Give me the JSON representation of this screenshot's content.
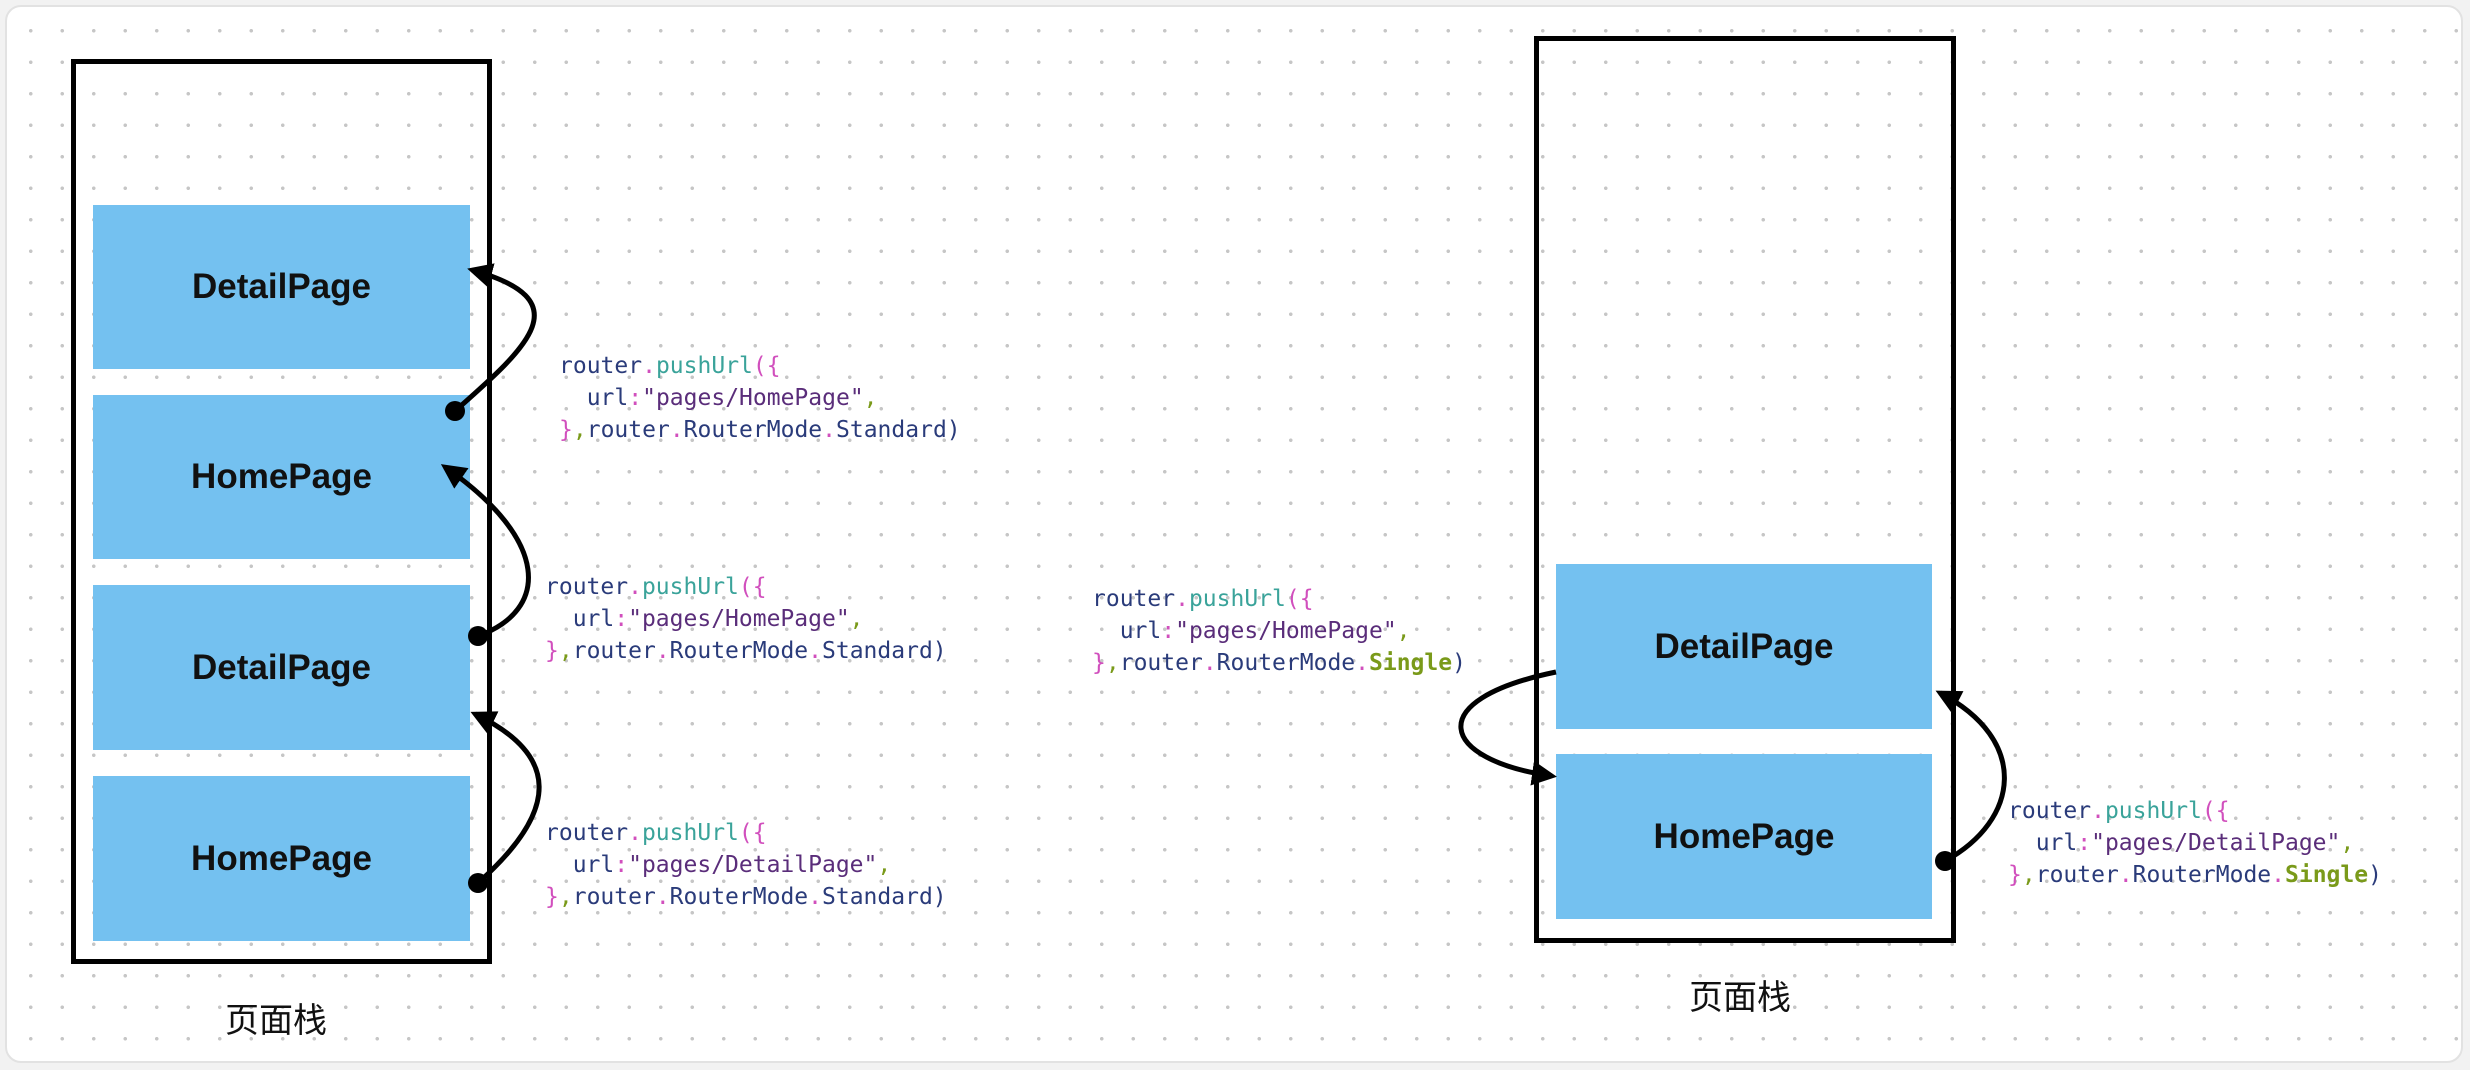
{
  "left_stack": {
    "pages": [
      "DetailPage",
      "HomePage",
      "DetailPage",
      "HomePage"
    ],
    "label": "页面栈"
  },
  "right_stack": {
    "pages": [
      "DetailPage",
      "HomePage"
    ],
    "label": "页面栈"
  },
  "code": {
    "c1": {
      "obj": "router",
      "dot": ".",
      "fn": "pushUrl",
      "open": "({",
      "key": "url",
      "colon": ":",
      "url": "\"pages/HomePage\"",
      "comma": ",",
      "close": "}",
      "sep": ",",
      "obj2": "router",
      "dot2": ".",
      "mode_obj": "RouterMode",
      "dot3": ".",
      "mode": "Standard",
      "end": ")"
    },
    "c2": {
      "obj": "router",
      "dot": ".",
      "fn": "pushUrl",
      "open": "({",
      "key": "url",
      "colon": ":",
      "url": "\"pages/HomePage\"",
      "comma": ",",
      "close": "}",
      "sep": ",",
      "obj2": "router",
      "dot2": ".",
      "mode_obj": "RouterMode",
      "dot3": ".",
      "mode": "Standard",
      "end": ")"
    },
    "c3": {
      "obj": "router",
      "dot": ".",
      "fn": "pushUrl",
      "open": "({",
      "key": "url",
      "colon": ":",
      "url": "\"pages/DetailPage\"",
      "comma": ",",
      "close": "}",
      "sep": ",",
      "obj2": "router",
      "dot2": ".",
      "mode_obj": "RouterMode",
      "dot3": ".",
      "mode": "Standard",
      "end": ")"
    },
    "c4": {
      "obj": "router",
      "dot": ".",
      "fn": "pushUrl",
      "open": "({",
      "key": "url",
      "colon": ":",
      "url": "\"pages/HomePage\"",
      "comma": ",",
      "close": "}",
      "sep": ",",
      "obj2": "router",
      "dot2": ".",
      "mode_obj": "RouterMode",
      "dot3": ".",
      "mode": "Single",
      "end": ")"
    },
    "c5": {
      "obj": "router",
      "dot": ".",
      "fn": "pushUrl",
      "open": "({",
      "key": "url",
      "colon": ":",
      "url": "\"pages/DetailPage\"",
      "comma": ",",
      "close": "}",
      "sep": ",",
      "obj2": "router",
      "dot2": ".",
      "mode_obj": "RouterMode",
      "dot3": ".",
      "mode": "Single",
      "end": ")"
    }
  }
}
